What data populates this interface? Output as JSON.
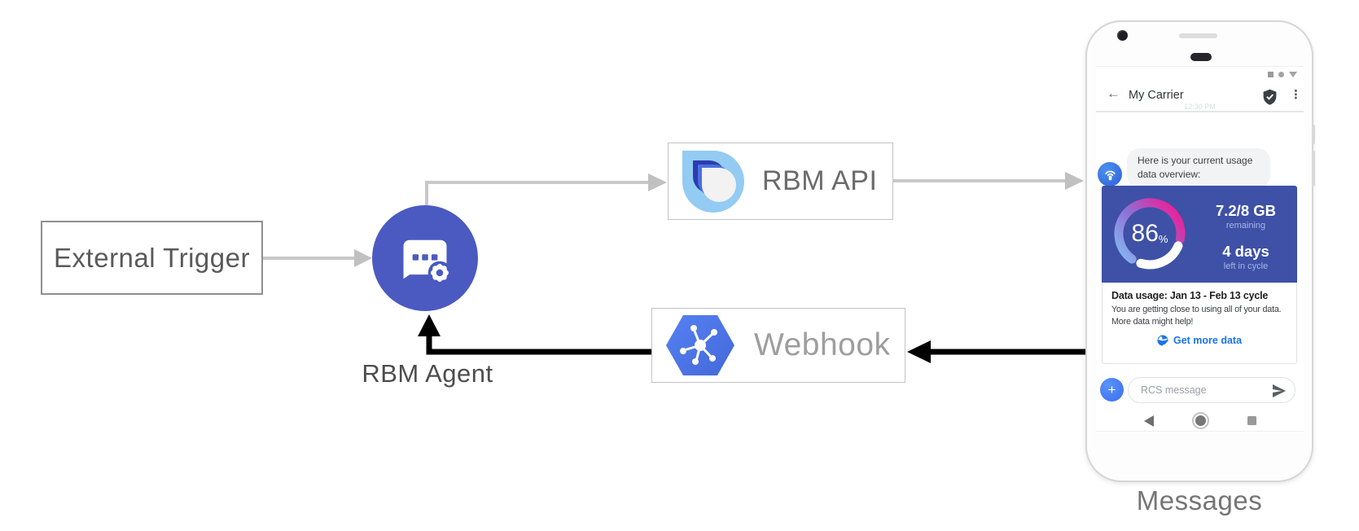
{
  "diagram": {
    "external_trigger_label": "External Trigger",
    "rbm_agent_label": "RBM Agent",
    "rbm_api_label": "RBM API",
    "webhook_label": "Webhook",
    "phone_caption": "Messages"
  },
  "phone": {
    "header": {
      "back_icon": "←",
      "title": "My Carrier",
      "menu_icon": "⋮"
    },
    "timestamp": "12:30 PM",
    "message_bubble": "Here is your current usage data overview:",
    "usage_card": {
      "percent": "86",
      "percent_unit": "%",
      "remaining_value": "7.2/8 GB",
      "remaining_label": "remaining",
      "cycle_value": "4 days",
      "cycle_label": "left in cycle"
    },
    "info_card": {
      "title": "Data usage: Jan 13 - Feb 13 cycle",
      "body": "You are getting close to using all of your data. More data might help!",
      "action_label": "Get more data"
    },
    "compose": {
      "plus_icon": "+",
      "placeholder": "RCS message"
    }
  },
  "colors": {
    "agent_blue": "#4A5AC1",
    "card_indigo": "#3E51A6",
    "link_blue": "#1A73E8",
    "arrow_grey": "#C8C8C8",
    "arrow_black": "#000000",
    "gauge_gradient": [
      "#85BAF2",
      "#8F6FD4",
      "#E8239B"
    ]
  }
}
